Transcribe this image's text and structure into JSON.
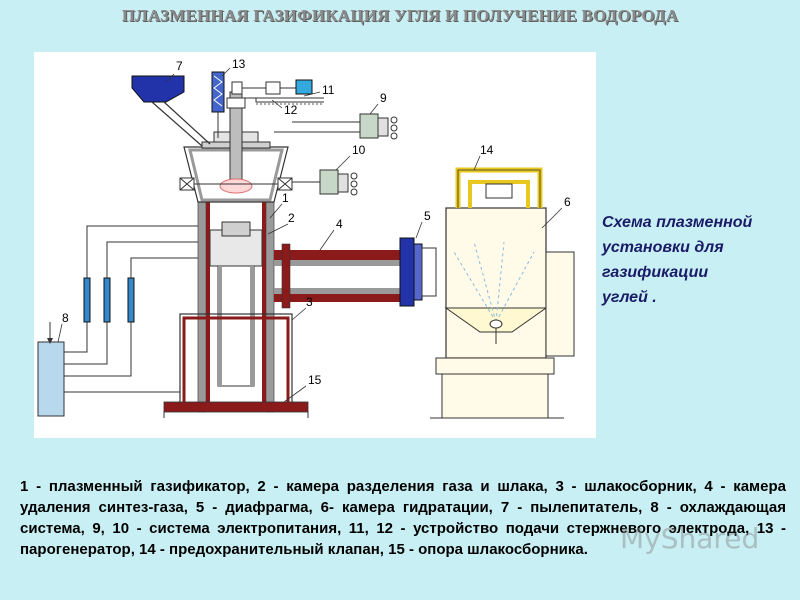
{
  "title": "ПЛАЗМЕННАЯ ГАЗИФИКАЦИЯ УГЛЯ И ПОЛУЧЕНИЕ ВОДОРОДА",
  "caption": [
    "Схема плазменной",
    "установки для",
    "газификации",
    "углей ."
  ],
  "legend": "1 - плазменный газификатор, 2 - камера разделения газа и шлака, 3 - шлакосборник, 4 - камера удаления синтез-газа, 5 - диафрагма, 6- камера гидратации, 7 - пылепитатель, 8 - охлаждающая система, 9, 10 - система электропитания, 11, 12 - устройство подачи стержневого электрода, 13 - парогенератор, 14 - предохранительный клапан, 15 - опора шлакосборника.",
  "watermark": "MyShared",
  "diagram": {
    "labels": [
      "1",
      "2",
      "3",
      "4",
      "5",
      "6",
      "7",
      "8",
      "9",
      "10",
      "11",
      "12",
      "13",
      "14",
      "15"
    ]
  },
  "colors": {
    "background": "#c8f0f4",
    "title": "#8a8a8a",
    "caption": "#1a1a66",
    "wall_red": "#8b1a1a",
    "wall_grey": "#9a9a9a",
    "coal_blue": "#2233aa",
    "tank_yellow": "#fffbe8",
    "frame_yellow": "#e8c820"
  }
}
